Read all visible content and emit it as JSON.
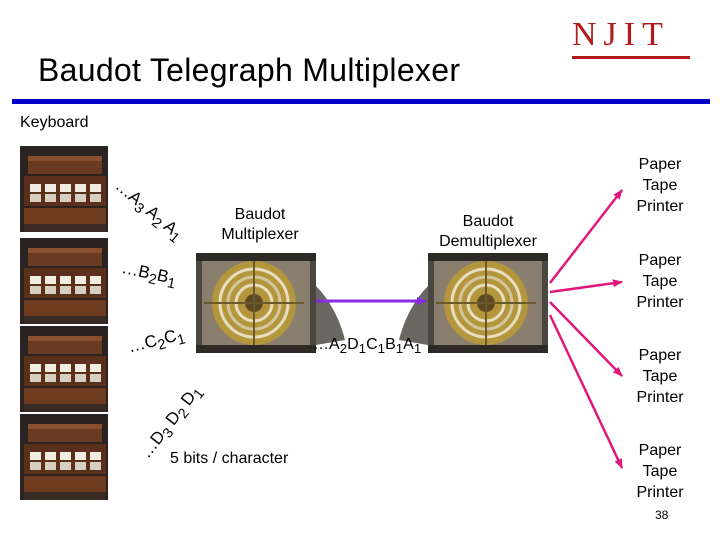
{
  "slide": {
    "title": "Baudot Telegraph Multiplexer",
    "logo_text": "NJIT",
    "keyboard_label": "Keyboard",
    "multiplexer_label": "Baudot Multiplexer",
    "demultiplexer_label": "Baudot Demultiplexer",
    "printers": [
      {
        "label": "Paper Tape Printer"
      },
      {
        "label": "Paper Tape Printer"
      },
      {
        "label": "Paper Tape Printer"
      },
      {
        "label": "Paper Tape Printer"
      }
    ],
    "channel_sequences": {
      "a": {
        "prefix": "…",
        "c1": "A",
        "s1": "3",
        "c2": "A",
        "s2": "2",
        "c3": "A",
        "s3": "1"
      },
      "b": {
        "prefix": "…",
        "c1": "B",
        "s1": "2",
        "c2": "B",
        "s2": "1"
      },
      "c": {
        "prefix": "…",
        "c1": "C",
        "s1": "2",
        "c2": "C",
        "s2": "1"
      },
      "d": {
        "prefix": "…",
        "c1": "D",
        "s1": "3",
        "c2": "D",
        "s2": "2",
        "c3": "D",
        "s3": "1"
      }
    },
    "line_sequence": {
      "prefix": "…",
      "c1": "A",
      "s1": "2",
      "c2": "D",
      "s2": "1",
      "c3": "C",
      "s3": "1",
      "c4": "B",
      "s4": "1",
      "c5": "A",
      "s5": "1"
    },
    "bits_label": "5 bits / character",
    "page_number": "38",
    "colors": {
      "rule": "#0000cc",
      "logo": "#b01c1c",
      "arrows": "#e0187a",
      "line": "#8a2be2"
    }
  }
}
